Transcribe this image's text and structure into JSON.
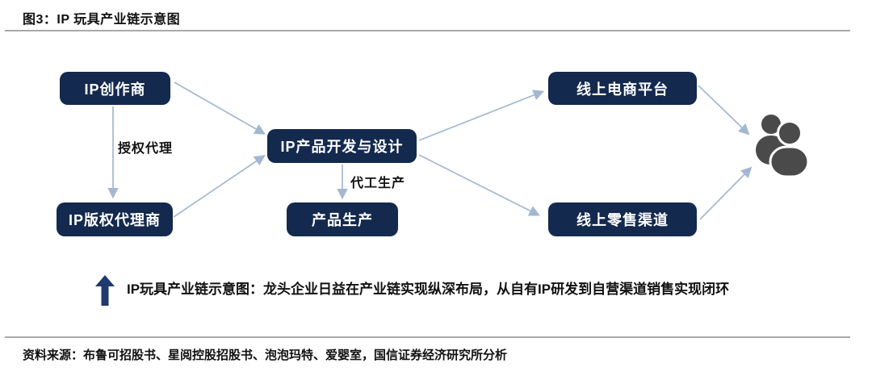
{
  "header": {
    "title": "图3：IP 玩具产业链示意图"
  },
  "diagram": {
    "nodes": [
      {
        "id": "ip-creator",
        "label": "IP创作商"
      },
      {
        "id": "ip-agent",
        "label": "IP版权代理商"
      },
      {
        "id": "dev-design",
        "label": "IP产品开发与设计"
      },
      {
        "id": "production",
        "label": "产品生产"
      },
      {
        "id": "ecommerce",
        "label": "线上电商平台"
      },
      {
        "id": "retail",
        "label": "线上零售渠道"
      }
    ],
    "edge_labels": [
      {
        "id": "license",
        "label": "授权代理"
      },
      {
        "id": "oem",
        "label": "代工生产"
      }
    ],
    "icons": {
      "consumers": "two-people-icon"
    }
  },
  "caption": {
    "icon": "up-arrow-icon",
    "text": "IP玩具产业链示意图：龙头企业日益在产业链实现纵深布局，从自有IP研发到自营渠道销售实现闭环"
  },
  "footer": {
    "source": "资料来源：布鲁可招股书、星阅控股招股书、泡泡玛特、爱婴室，国信证券经济研究所分析"
  },
  "colors": {
    "node_bg": "#14294E",
    "node_text": "#FFFFFF",
    "arrow": "#A3B8D0",
    "caption_arrow": "#1E3A6E",
    "people_icon": "#4A4A4A",
    "divider": "#A9A9A9"
  }
}
